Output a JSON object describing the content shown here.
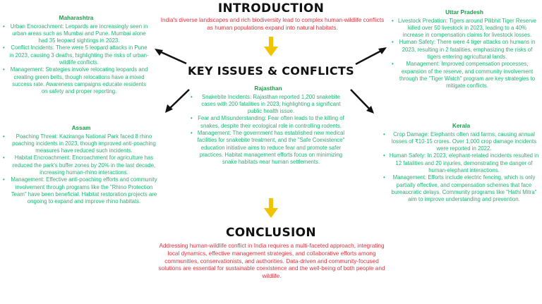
{
  "introduction": {
    "title": "INTRODUCTION",
    "text": "India's diverse landscapes and rich biodiversity lead to complex human-wildlife conflicts as human populations expand into natural habitats."
  },
  "key_issues": {
    "title": "KEY ISSUES & CONFLICTS"
  },
  "regions": {
    "maharashtra": {
      "name": "Maharashtra",
      "items": [
        "Urban Encroachment: Leopards are increasingly seen in urban areas such as Mumbai and Pune. Mumbai alone had 35 leopard sightings in 2023.",
        "Conflict Incidents: There were 5 leopard attacks in Pune in 2023, causing 3 deaths, highlighting the risks of urban-wildlife conflicts.",
        "Management: Strategies involve relocating leopards and creating green belts, though relocations have a mixed success rate. Awareness campaigns educate residents on safety and proper reporting."
      ]
    },
    "uttar_pradesh": {
      "name": "Uttar Pradesh",
      "items": [
        "Livestock Predation: Tigers around Pilibhit Tiger Reserve killed over 50 livestock in 2023, leading to a 40% increase in compensation claims for livestock losses.",
        "Human Safety: There were 4 tiger attacks on humans in 2023, resulting in 2 fatalities, emphasizing the risks of tigers entering agricultural lands.",
        "Management: Improved compensation processes, expansion of the reserve, and community involvement through the \"Tiger Watch\" program are key strategies to mitigate conflicts."
      ]
    },
    "rajasthan": {
      "name": "Rajasthan",
      "items": [
        "Snakebite Incidents: Rajasthan reported 1,200 snakebite cases with 200 fatalities in 2023, highlighting a significant public health issue.",
        "Fear and Misunderstanding: Fear often leads to the killing of snakes, despite their ecological role in controlling rodents.",
        "Management: The government has established new medical facilities for snakebite treatment, and the \"Safe Coexistence\" education initiative aims to reduce fear and promote safer practices. Habitat management efforts focus on minimizing snake habitats near human settlements."
      ]
    },
    "assam": {
      "name": "Assam",
      "items": [
        "Poaching Threat: Kaziranga National Park faced 8 rhino poaching incidents in 2023, though improved anti-poaching measures have reduced such incidents.",
        "Habitat Encroachment: Encroachment for agriculture has reduced the park's buffer zones by 20% in the last decade, increasing human-rhino interactions.",
        "Management: Effective anti-poaching efforts and community involvement through programs like the \"Rhino Protection Team\" have been beneficial. Habitat restoration projects are ongoing to expand and improve rhino habitats."
      ]
    },
    "kerala": {
      "name": "Kerala",
      "items": [
        "Crop Damage: Elephants often raid farms, causing annual losses of ₹10-15 crores. Over 1,000 crop damage incidents were reported in 2022.",
        "Human Safety: In 2023, elephant-related incidents resulted in 12 fatalities and 20 injuries, demonstrating the danger of human-elephant interactions.",
        "Management: Efforts include electric fencing, which is only partially effective, and compensation schemes that face bureaucratic delays. Community programs like \"Hathi Mitra\" aim to improve understanding and prevention."
      ]
    }
  },
  "conclusion": {
    "title": "CONCLUSION",
    "text": "Addressing human-wildlife conflict in India requires a multi-faceted approach, integrating local dynamics, effective management strategies, and collaborative efforts among communities, conservationists, and authorities. Data-driven and community-focused solutions are essential for sustainable coexistence and the well-being of both people and wildlife."
  },
  "colors": {
    "body_text": "#e2343d",
    "region_text": "#22b573",
    "region_heading": "#1e9e4c",
    "flow_arrow": "#f2c400",
    "pointer_arrow": "#111111"
  }
}
